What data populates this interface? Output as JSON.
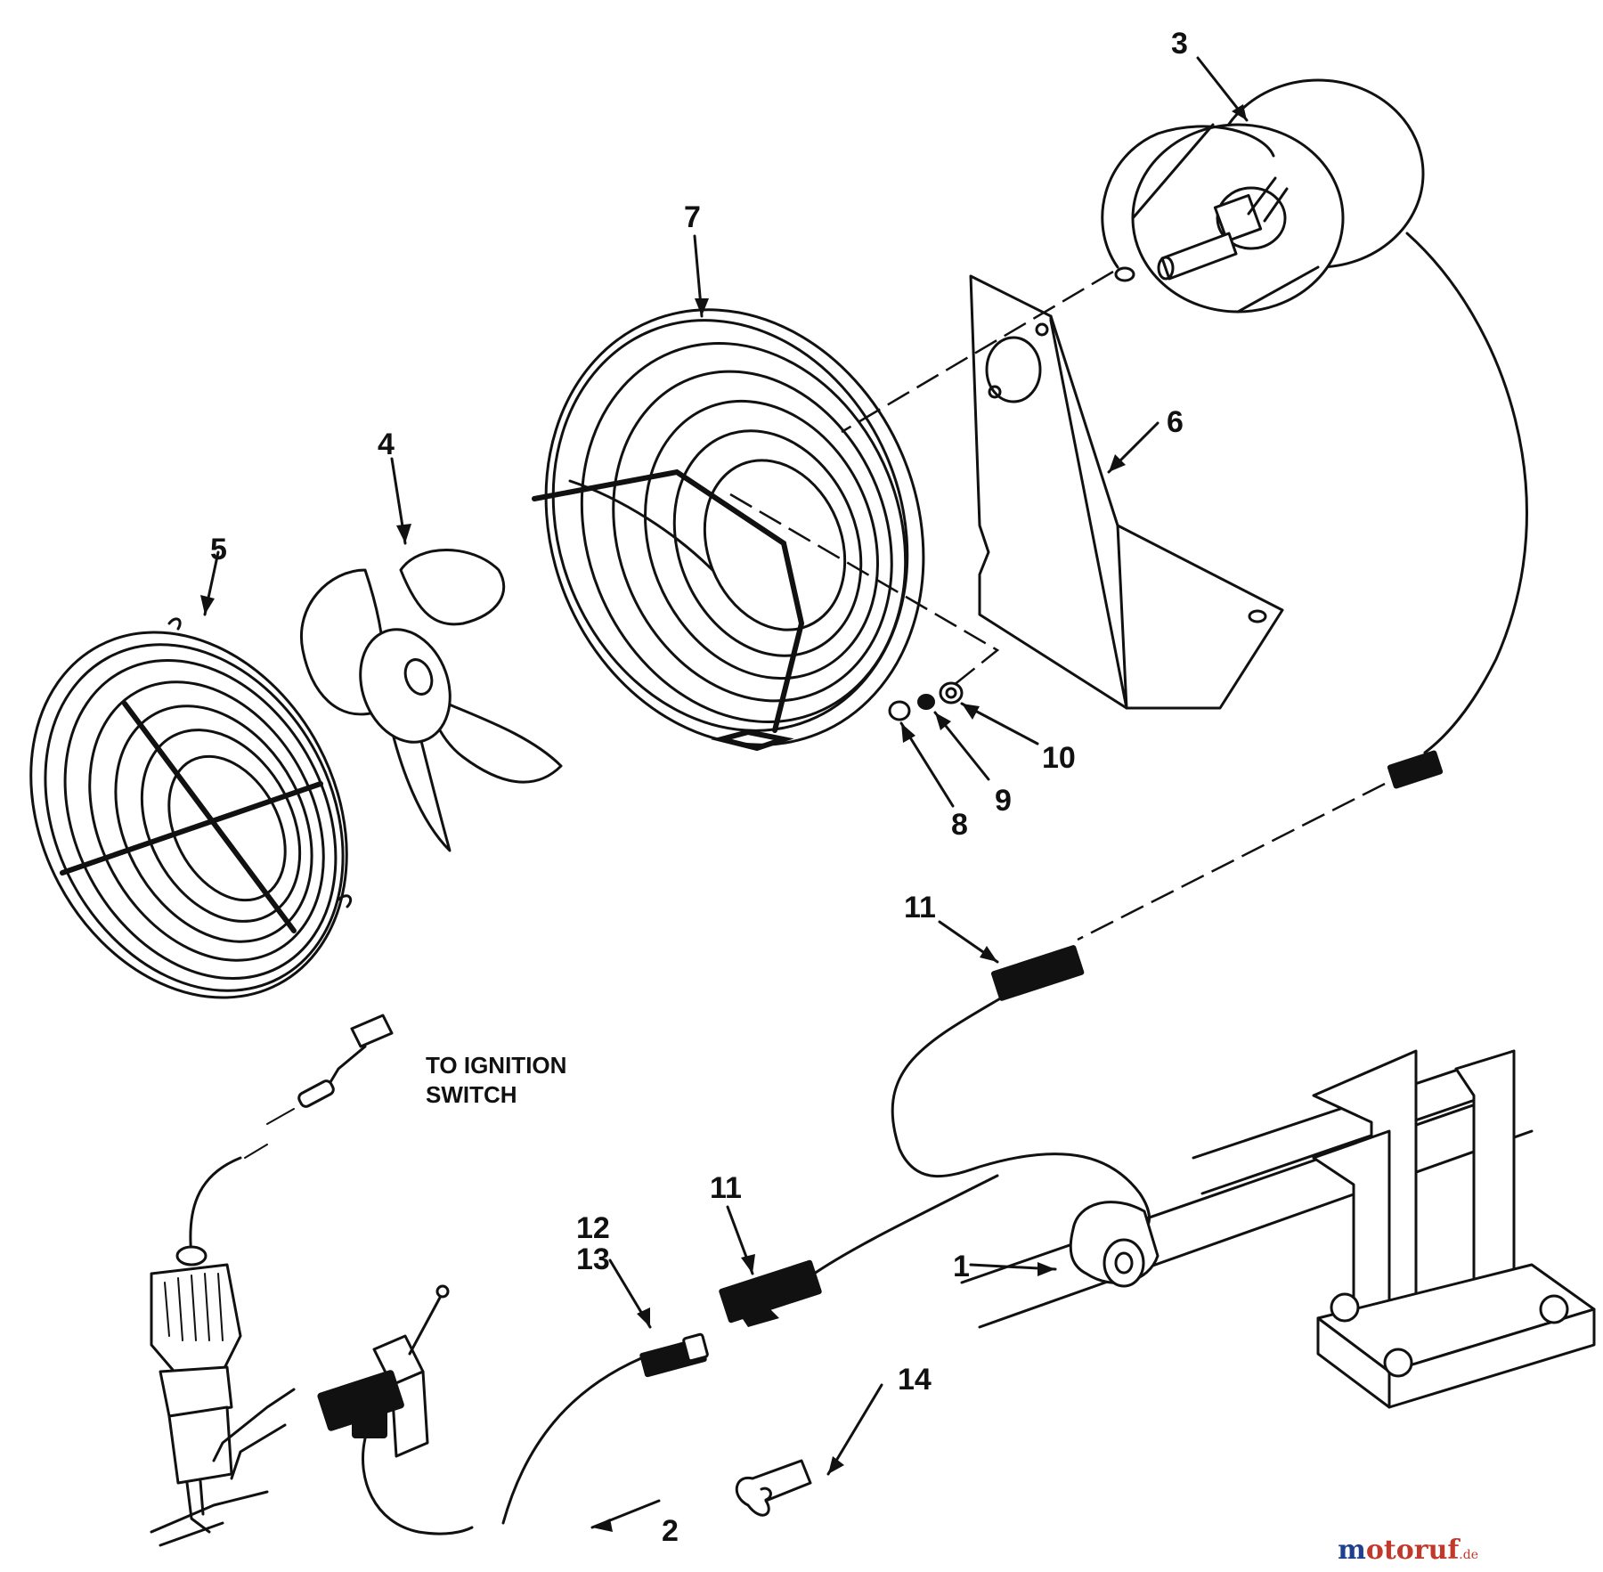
{
  "diagram": {
    "callouts": [
      {
        "id": "3",
        "text": "3"
      },
      {
        "id": "7",
        "text": "7"
      },
      {
        "id": "6",
        "text": "6"
      },
      {
        "id": "4",
        "text": "4"
      },
      {
        "id": "5",
        "text": "5"
      },
      {
        "id": "10",
        "text": "10"
      },
      {
        "id": "9",
        "text": "9"
      },
      {
        "id": "8",
        "text": "8"
      },
      {
        "id": "11a",
        "text": "11"
      },
      {
        "id": "11b",
        "text": "11"
      },
      {
        "id": "12",
        "text": "12"
      },
      {
        "id": "13",
        "text": "13"
      },
      {
        "id": "1",
        "text": "1"
      },
      {
        "id": "14",
        "text": "14"
      },
      {
        "id": "2",
        "text": "2"
      }
    ],
    "note": {
      "line1": "TO IGNITION",
      "line2": "SWITCH"
    },
    "watermark": {
      "brand": "motoruf",
      "suffix": ".de",
      "color_m": "#1f3f8f",
      "color_rest": "#c0392b"
    }
  }
}
